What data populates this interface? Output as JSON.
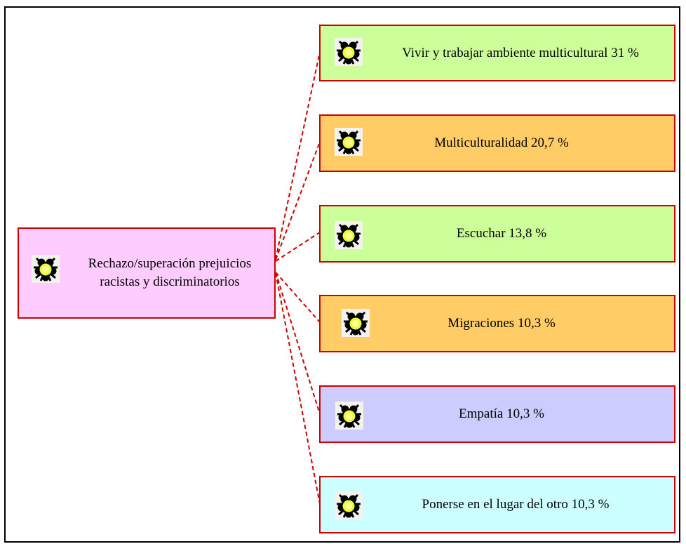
{
  "diagram": {
    "center": {
      "label": "Rechazo/superación prejuicios\nracistas y discriminatorios",
      "color": "#ffccff",
      "icon": "ladybug-flower-icon"
    },
    "branches": [
      {
        "label": "Vivir y trabajar ambiente multicultural   31 %",
        "color": "#ccff99",
        "icon": "ladybug-flower-icon"
      },
      {
        "label": "Multiculturalidad  20,7 %",
        "color": "#ffcc66",
        "icon": "ladybug-flower-icon"
      },
      {
        "label": "Escuchar   13,8 %",
        "color": "#ccff99",
        "icon": "ladybug-flower-icon"
      },
      {
        "label": "Migraciones  10,3 %",
        "color": "#ffcc66",
        "icon": "ladybug-flower-icon"
      },
      {
        "label": "Empatía   10,3 %",
        "color": "#ccccff",
        "icon": "ladybug-flower-icon"
      },
      {
        "label": "Ponerse en el lugar del otro   10,3 %",
        "color": "#ccffff",
        "icon": "ladybug-flower-icon"
      }
    ],
    "connector_color": "#cc0000",
    "border_color": "#cc0000"
  }
}
